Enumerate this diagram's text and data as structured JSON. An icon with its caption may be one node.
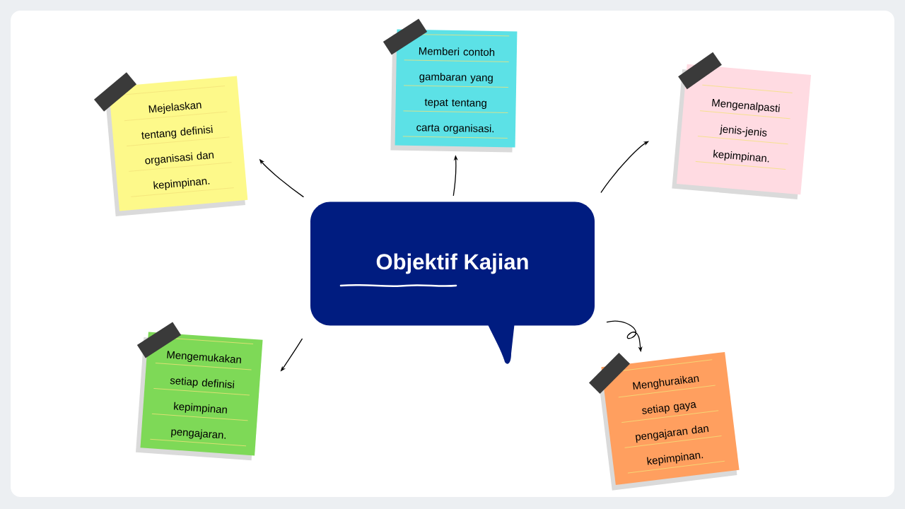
{
  "diagram": {
    "nodes": [
      {
        "text": [
          "Objektif Kajian"
        ]
      },
      {
        "text": [
          "Mejelaskan tentang definisi organisasi dan kepimpinan."
        ]
      },
      {
        "text": [
          "Memberi contoh gambaran yang tepat tentang carta organisasi."
        ]
      },
      {
        "text": [
          "Mengenalpasti jenis-jenis kepimpinan."
        ]
      },
      {
        "text": [
          "Mengemukakan setiap definisi kepimpinan pengajaran."
        ]
      },
      {
        "text": [
          "Menghuraikan setiap gaya pengajaran dan kepimpinan."
        ]
      }
    ],
    "edges": [
      {
        "from": 0,
        "to": 1,
        "arrow": "to"
      },
      {
        "from": 0,
        "to": 2,
        "arrow": "to"
      },
      {
        "from": 0,
        "to": 3,
        "arrow": "to"
      },
      {
        "from": 0,
        "to": 4,
        "arrow": "to"
      },
      {
        "from": 0,
        "to": 5,
        "arrow": "to"
      }
    ]
  }
}
